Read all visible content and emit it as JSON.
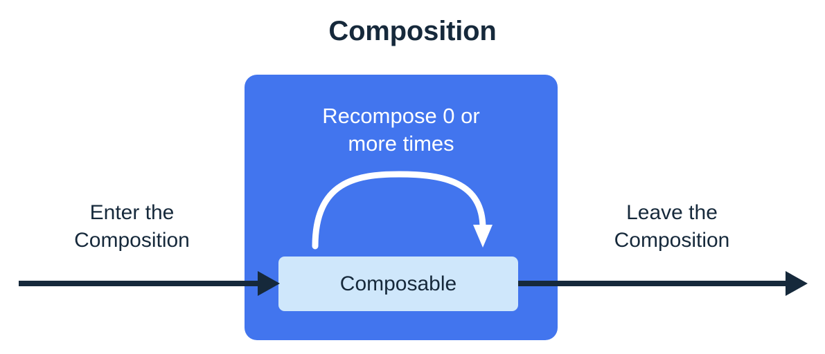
{
  "diagram": {
    "title": "Composition",
    "blue_box": {
      "name": "Composition",
      "color": "#4275EE",
      "caption_line1": "Recompose 0 or",
      "caption_line2": "more times",
      "caption_text": "Recompose 0 or more times",
      "caption_color": "#FFFFFF"
    },
    "inner_box": {
      "label": "Composable",
      "fill": "#CFE7FB",
      "text_color": "#16293B"
    },
    "left_caption": {
      "line1": "Enter the",
      "line2": "Composition",
      "text": "Enter the Composition"
    },
    "right_caption": {
      "line1": "Leave the",
      "line2": "Composition",
      "text": "Leave the Composition"
    },
    "arrows": {
      "entry_arrow": "arrow-right-icon",
      "exit_arrow": "arrow-right-icon",
      "recompose_loop": "curved-loop-arrow-icon",
      "arrow_color": "#16293B",
      "loop_color": "#FFFFFF"
    },
    "title_color": "#16293B",
    "background": "#FFFFFF"
  }
}
